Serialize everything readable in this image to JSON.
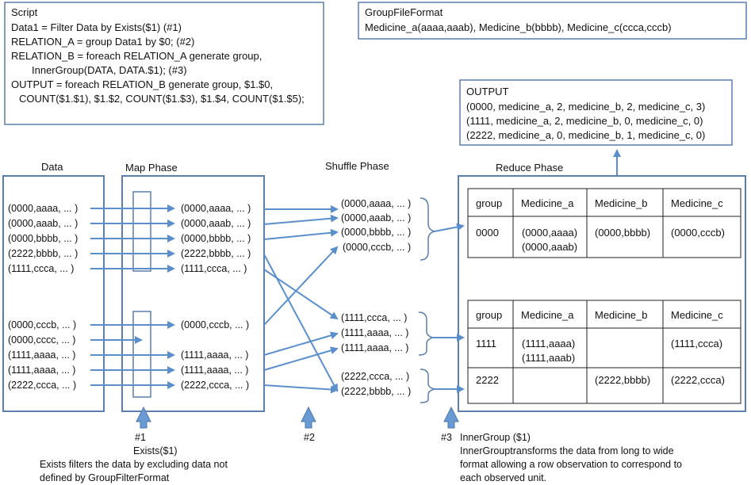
{
  "script_box": {
    "title": "Script",
    "lines": [
      "Data1 = Filter Data by Exists($1)     (#1)",
      "RELATION_A = group Data1 by $0;  (#2)",
      "RELATION_B = foreach RELATION_A generate group,",
      "InnerGroup(DATA, DATA.$1); (#3)",
      "OUTPUT = foreach RELATION_B generate group, $1.$0,",
      "COUNT($1.$1), $1.$2, COUNT($1.$3), $1.$4, COUNT($1.$5);"
    ]
  },
  "group_file_format": {
    "title": "GroupFileFormat",
    "value": "Medicine_a(aaaa,aaab), Medicine_b(bbbb), Medicine_c(ccca,cccb)"
  },
  "output_box": {
    "title": "OUTPUT",
    "lines": [
      "(0000, medicine_a, 2, medicine_b, 2, medicine_c, 3)",
      "(1111, medicine_a, 2, medicine_b, 0, medicine_c, 0)",
      "(2222, medicine_a, 0, medicine_b, 1, medicine_c, 0)"
    ]
  },
  "phases": {
    "data": "Data",
    "map": "Map Phase",
    "shuffle": "Shuffle Phase",
    "reduce": "Reduce Phase"
  },
  "data_rows": [
    "(0000,aaaa, ... )",
    "(0000,aaab, ... )",
    "(0000,bbbb, ... )",
    "(2222,bbbb, ... )",
    "(1111,ccca, ... )",
    "(0000,cccb, ... )",
    "(0000,cccc, ... )",
    "(1111,aaaa, ... )",
    "(1111,aaaa, ... )",
    "(2222,ccca, ... )"
  ],
  "map_rows": [
    "(0000,aaaa, ... )",
    "(0000,aaab, ... )",
    "(0000,bbbb, ... )",
    "(2222,bbbb, ... )",
    "(1111,ccca, ... )",
    "(0000,cccb, ... )",
    "(1111,aaaa, ... )",
    "(1111,aaaa, ... )",
    "(2222,ccca, ... )"
  ],
  "shuffle_rows": [
    "(0000,aaaa, ... )",
    "(0000,aaab, ... )",
    "(0000,bbbb, ... )",
    "(0000,cccb, ... )",
    "(1111,ccca, ... )",
    "(1111,aaaa, ... )",
    "(1111,aaaa, ... )",
    "(2222,ccca, ... )",
    "(2222,bbbb, ... )"
  ],
  "table1": {
    "headers": [
      "group",
      "Medicine_a",
      "Medicine_b",
      "Medicine_c"
    ],
    "row": [
      "0000",
      "(0000,aaaa)",
      "(0000,aaab)",
      "(0000,bbbb)",
      "(0000,cccb)"
    ]
  },
  "table2": {
    "headers": [
      "group",
      "Medicine_a",
      "Medicine_b",
      "Medicine_c"
    ],
    "row1": [
      "1111",
      "(1111,aaaa)",
      "(1111,aaab)",
      "",
      "(1111,ccca)"
    ],
    "row2": [
      "2222",
      "",
      "(2222,bbbb)",
      "(2222,ccca)"
    ]
  },
  "notes": {
    "n1_label": "#1",
    "n1_title": "Exists($1)",
    "n1_line1": "Exists filters the data by excluding data not",
    "n1_line2": "defined by GroupFilterFormat",
    "n2_label": "#2",
    "n3_label": "#3",
    "n3_title": "InnerGroup ($1)",
    "n3_line1": "InnerGrouptransforms the data from long to wide",
    "n3_line2": "format allowing a row observation to correspond to",
    "n3_line3": "each observed unit."
  },
  "colors": {
    "box_border": "#5b7fae",
    "arrow": "#5b8fcc",
    "table_border": "#222222"
  }
}
